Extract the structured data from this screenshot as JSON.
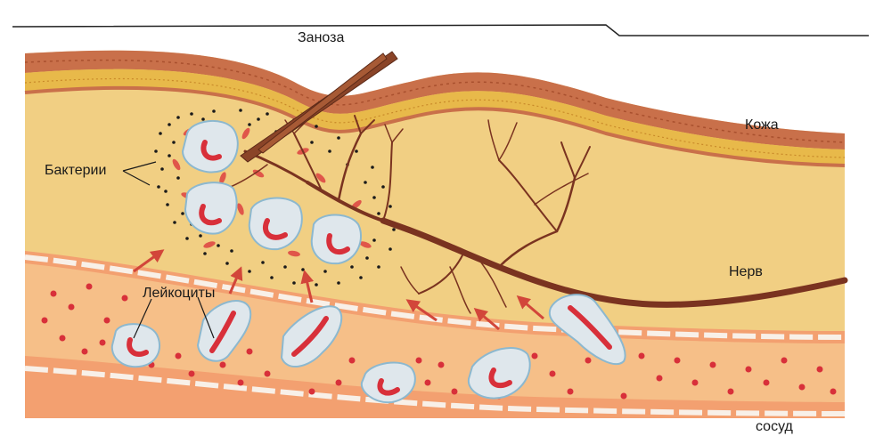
{
  "labels": {
    "splinter": "Заноза",
    "skin": "Кожа",
    "bacteria": "Бактерии",
    "leukocytes": "Лейкоциты",
    "nerve": "Нерв",
    "vessel": "сосуд"
  },
  "colors": {
    "tissue": "#f1cf83",
    "skin_outer": "#c9704a",
    "skin_yellow": "#e8b94a",
    "vessel_wall": "#f3a070",
    "vessel_inner": "#f6bf88",
    "red_cell": "#d8303a",
    "leukocyte_fill": "#dfe7ec",
    "leukocyte_edge": "#8cb8cf",
    "nerve": "#7a3320",
    "bacteria": "#1a1a1a",
    "arrow": "#d2463a"
  }
}
